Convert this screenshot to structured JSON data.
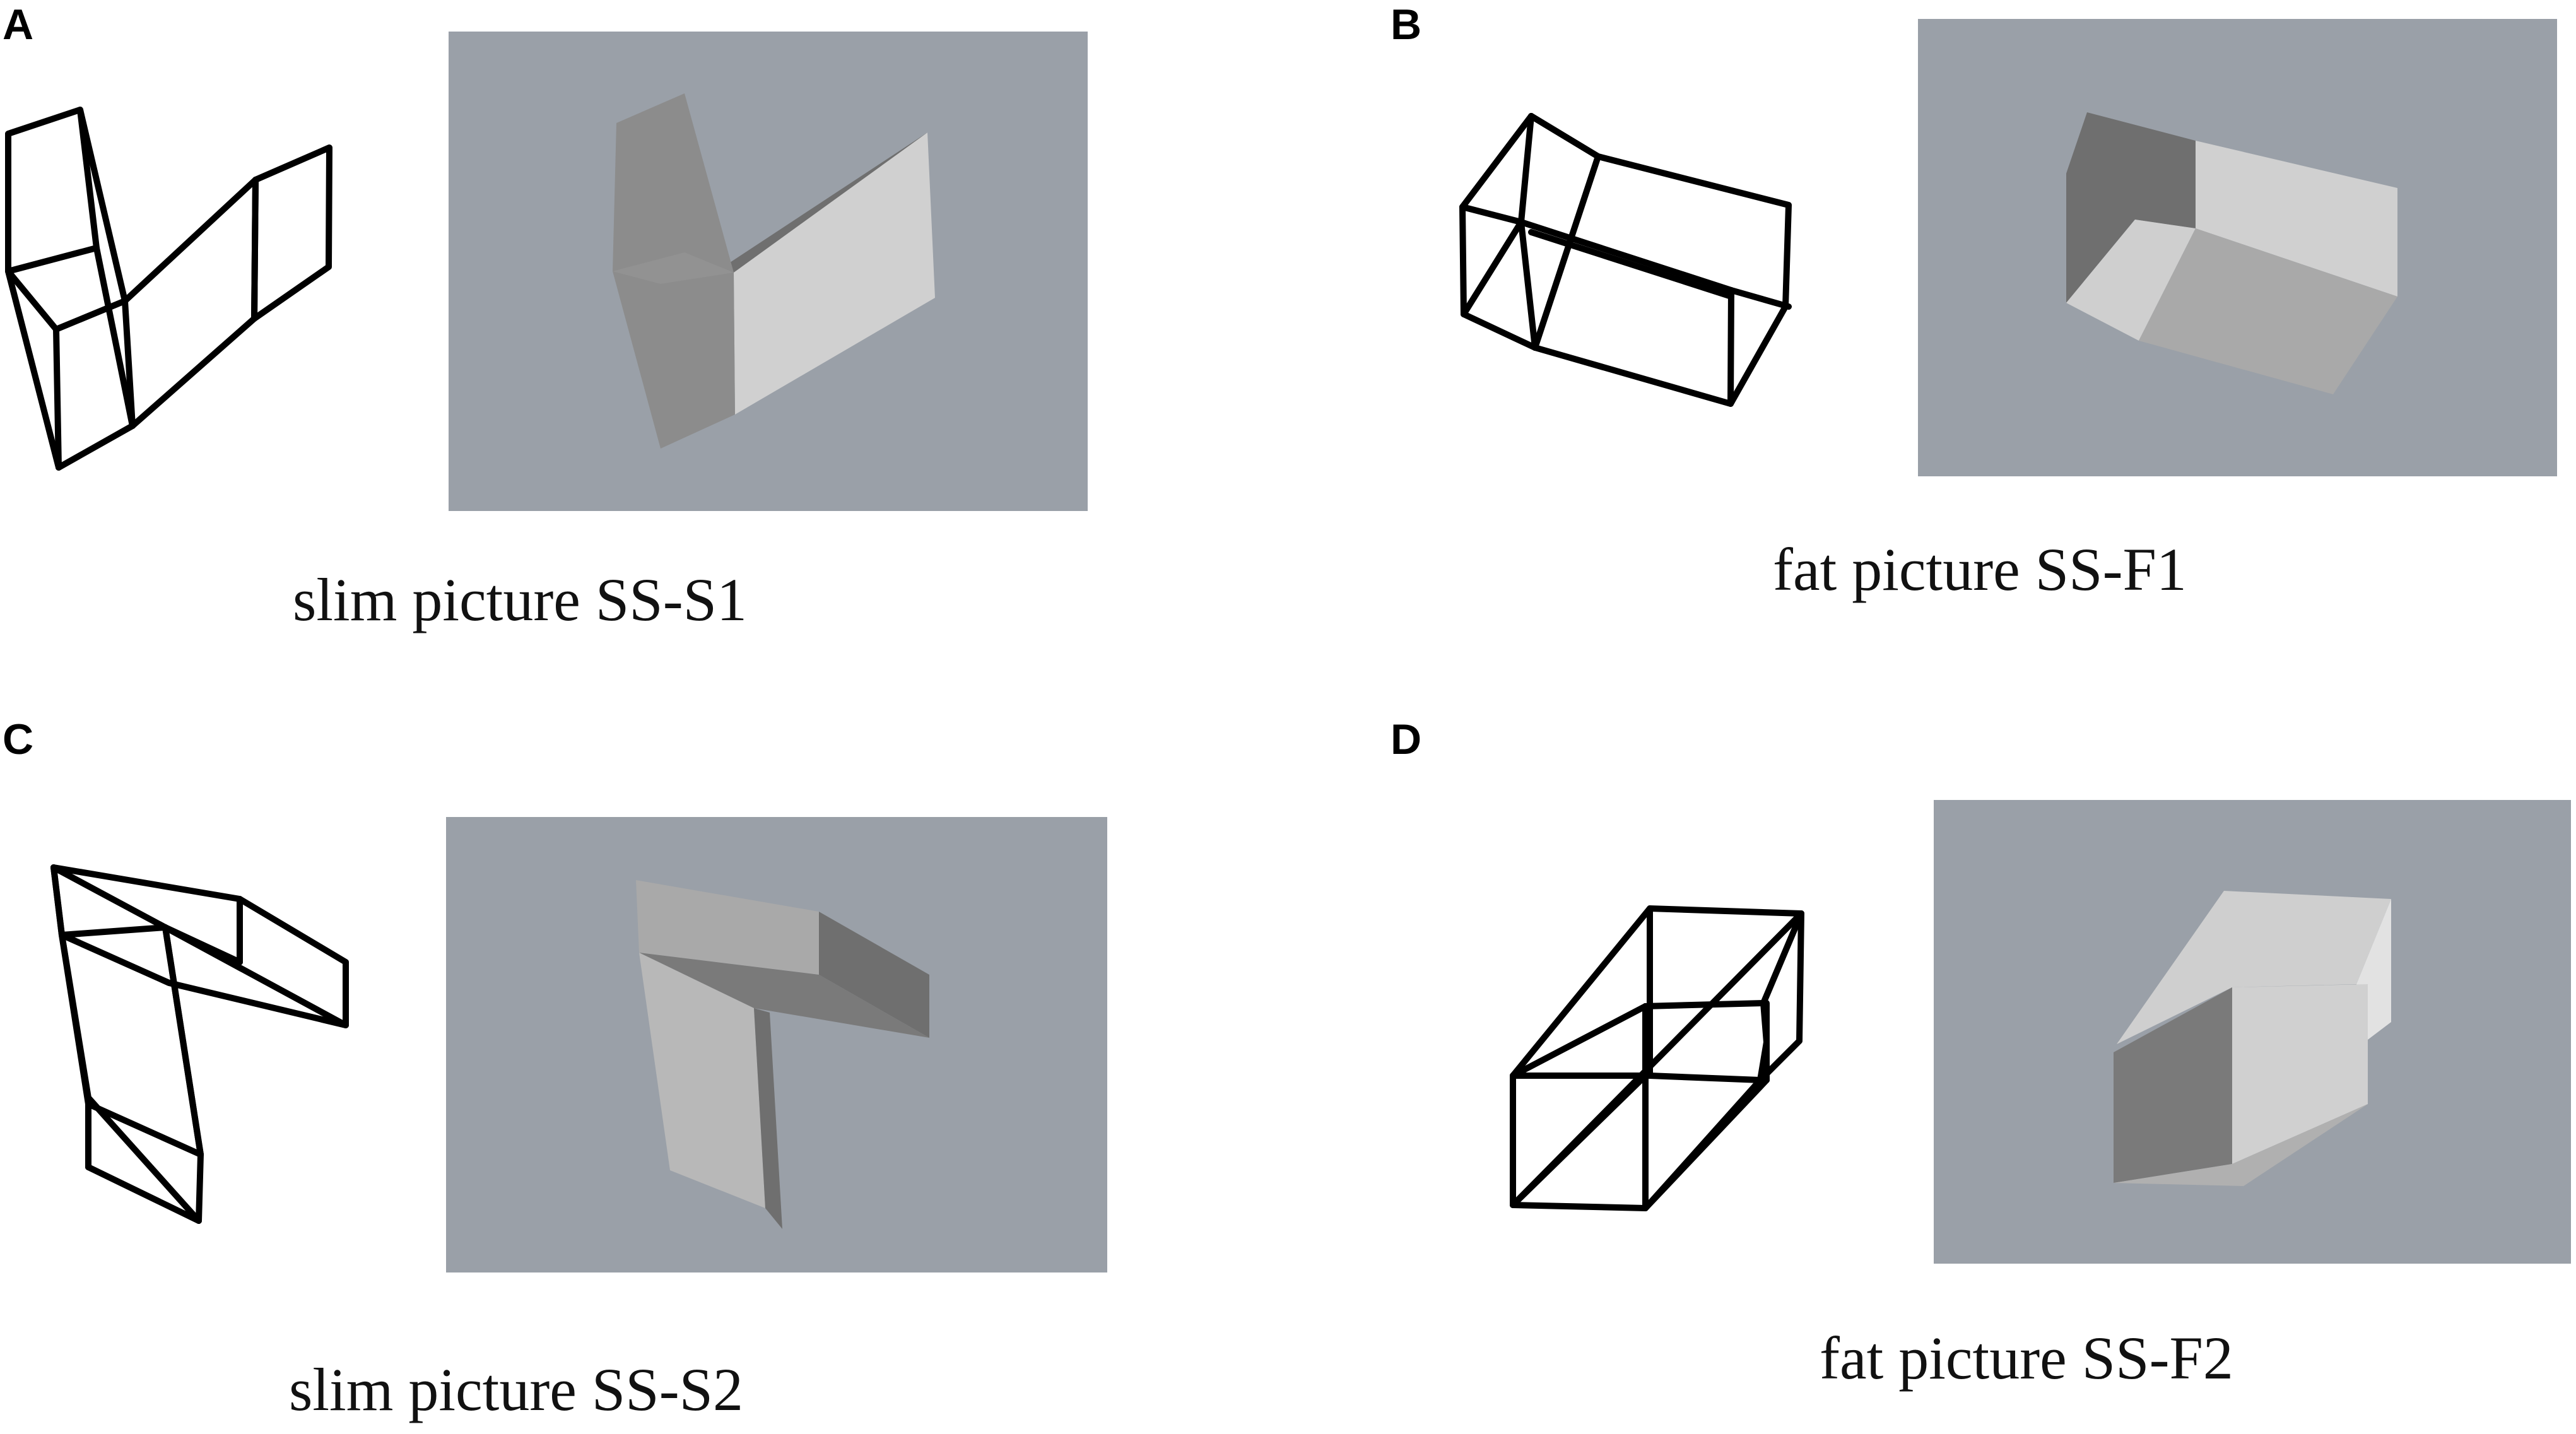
{
  "panels": [
    {
      "letter": "A",
      "caption": "slim picture SS-S1"
    },
    {
      "letter": "B",
      "caption": "fat picture SS-F1"
    },
    {
      "letter": "C",
      "caption": "slim picture SS-S2"
    },
    {
      "letter": "D",
      "caption": "fat picture SS-F2"
    }
  ],
  "colors": {
    "render_background": "#9aa0a8",
    "face_light": "#d0d0d0",
    "face_mid": "#a9a9a9",
    "face_dark": "#6f6f6f",
    "wireframe": "#000000"
  }
}
